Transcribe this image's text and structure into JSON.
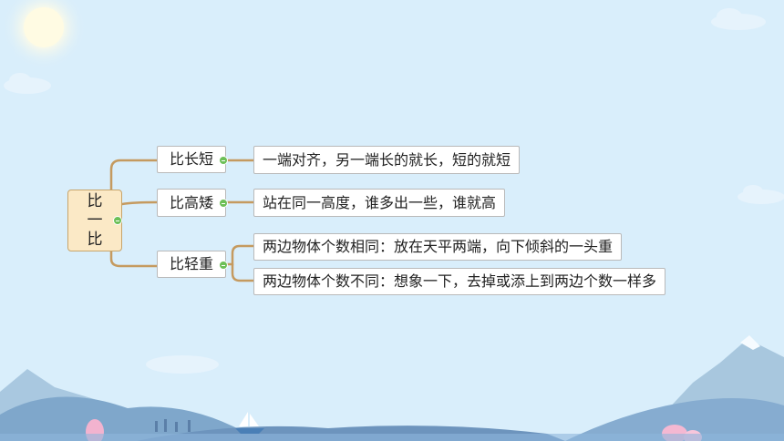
{
  "root": {
    "lines": [
      "比",
      "一",
      "比"
    ]
  },
  "branches": [
    {
      "label": "比长短",
      "details": [
        "一端对齐，另一端长的就长，短的就短"
      ]
    },
    {
      "label": "比高矮",
      "details": [
        "站在同一高度，谁多出一些，谁就高"
      ]
    },
    {
      "label": "比轻重",
      "details": [
        "两边物体个数相同：放在天平两端，向下倾斜的一头重",
        "两边物体个数不同：想象一下，去掉或添上到两边个数一样多"
      ]
    }
  ],
  "colors": {
    "connector": "#c59a5f",
    "root_fill": "#fbe9c6",
    "collapse": "#6cbf57",
    "sky": "#d9eefb"
  },
  "icons": [
    "sun-icon",
    "cloud-icon",
    "mountain-icon",
    "sailboat-icon",
    "tree-icon"
  ]
}
